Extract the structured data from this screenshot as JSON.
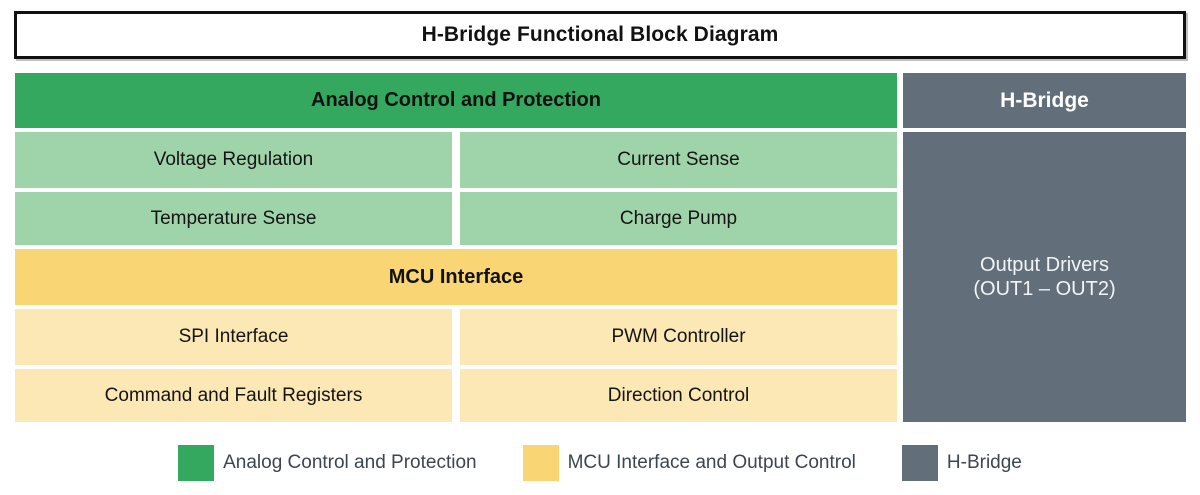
{
  "title": "H-Bridge Functional Block Diagram",
  "colors": {
    "analog_header": "#34a85f",
    "analog_sub": "#9fd4ab",
    "mcu_header": "#f9d673",
    "mcu_sub": "#fce8b4",
    "hbridge": "#626f7b",
    "title_border": "#111111",
    "legend_text": "#3c464f",
    "background": "#ffffff"
  },
  "analog_section": {
    "header": "Analog Control and Protection",
    "blocks": [
      "Voltage Regulation",
      "Current Sense",
      "Temperature Sense",
      "Charge Pump"
    ]
  },
  "mcu_section": {
    "header": "MCU Interface",
    "blocks": [
      "SPI Interface",
      "PWM Controller",
      "Command and Fault Registers",
      "Direction Control"
    ]
  },
  "hbridge_section": {
    "header": "H-Bridge",
    "body_line1": "Output Drivers",
    "body_line2": "(OUT1 – OUT2)"
  },
  "legend": {
    "items": [
      {
        "label": "Analog Control and Protection",
        "color": "#34a85f"
      },
      {
        "label": "MCU Interface and Output Control",
        "color": "#f9d673"
      },
      {
        "label": "H-Bridge",
        "color": "#626f7b"
      }
    ]
  }
}
